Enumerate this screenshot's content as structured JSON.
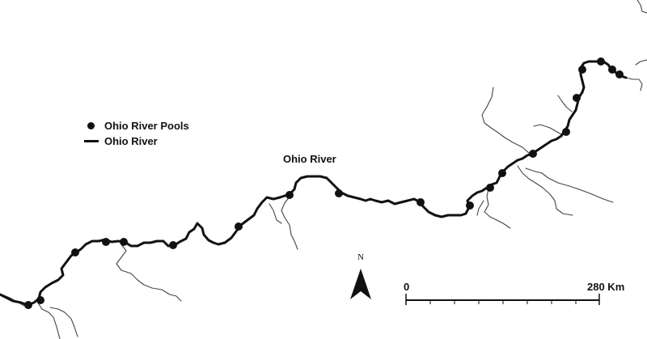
{
  "legend": {
    "pools_label": "Ohio River Pools",
    "river_label": "Ohio River"
  },
  "map_label": "Ohio River",
  "north_arrow": {
    "letter": "N",
    "icon": "north-arrow-icon"
  },
  "scale_bar": {
    "start_label": "0",
    "end_label": "280 Km",
    "length_km": 280
  },
  "colors": {
    "river": "#111111",
    "tributary": "#444444",
    "background": "#ffffff"
  }
}
